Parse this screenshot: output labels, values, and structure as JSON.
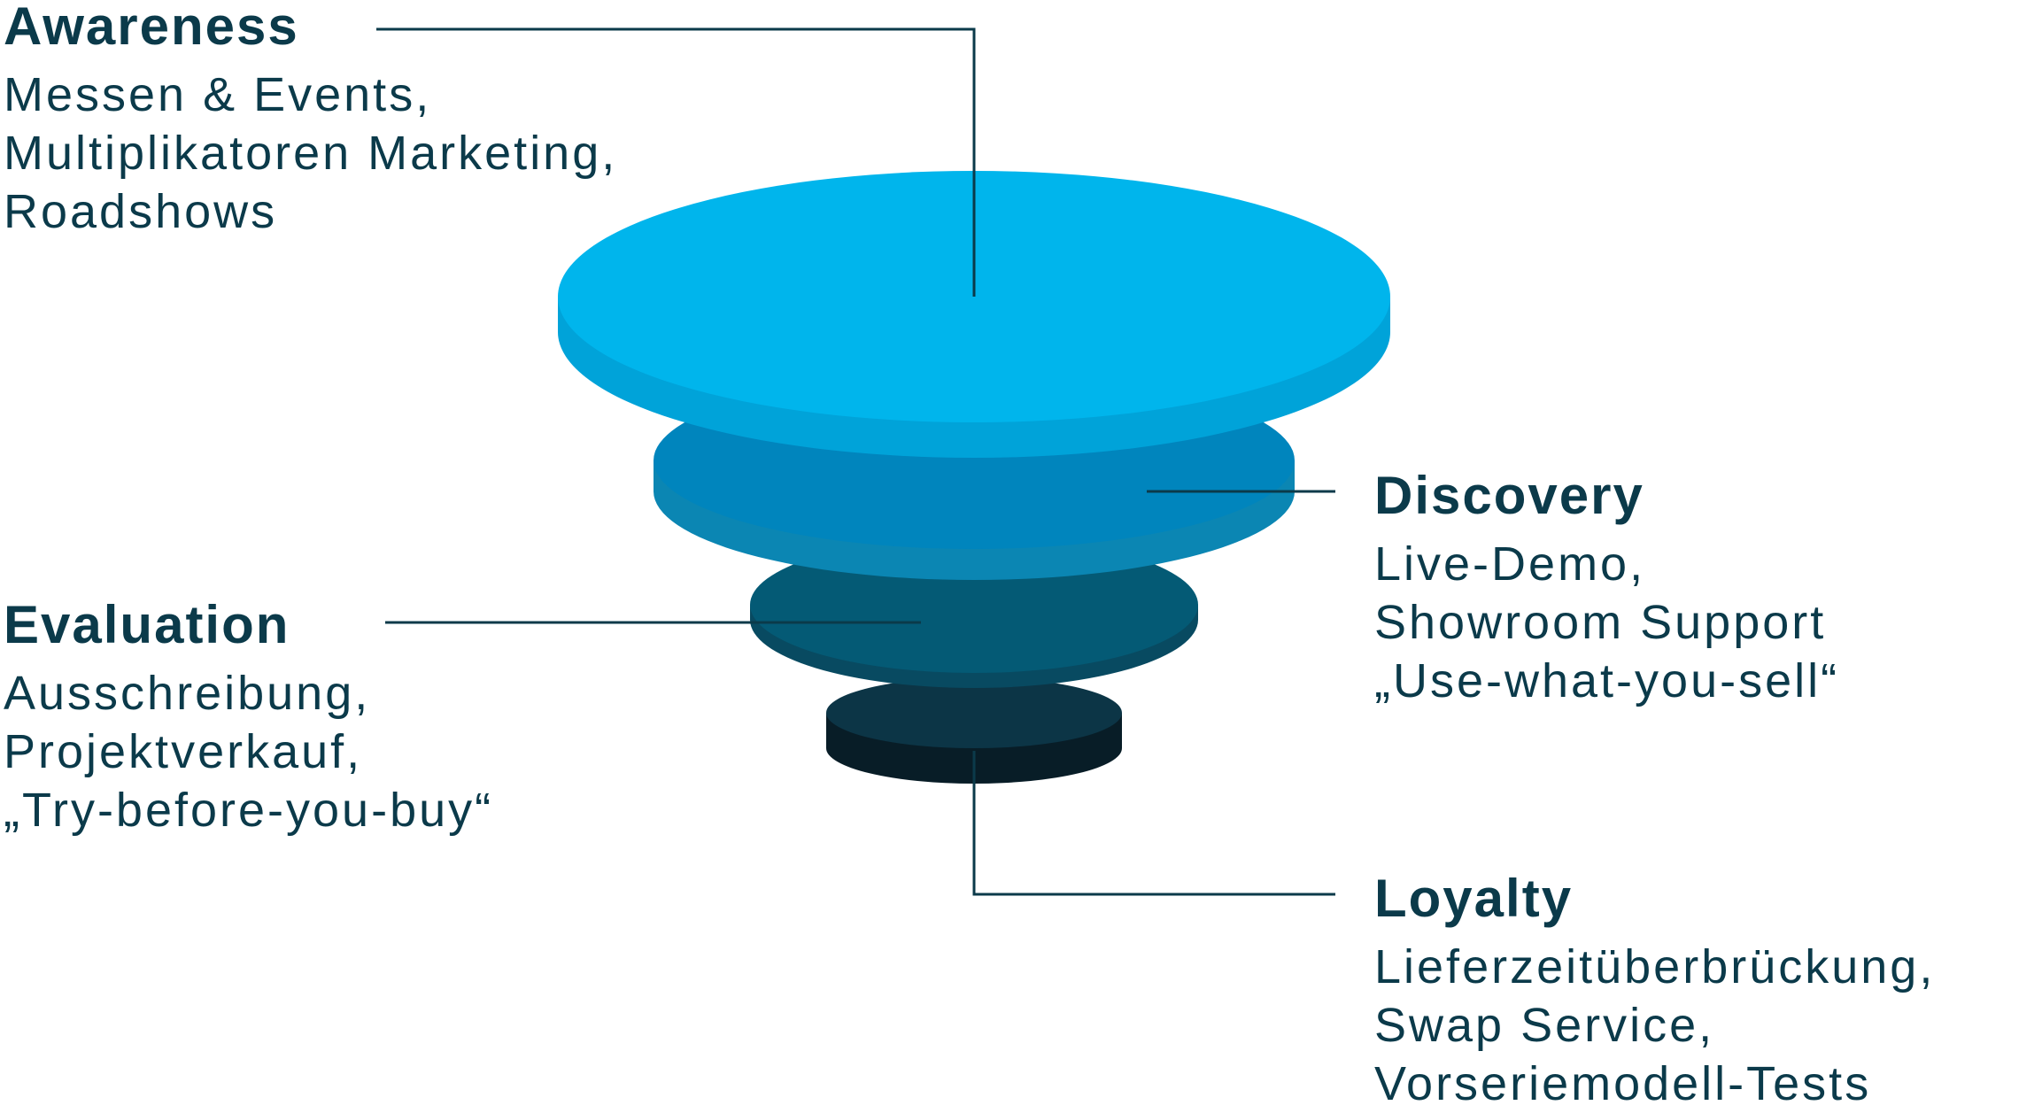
{
  "colors": {
    "text": "#0b3a4a",
    "connector": "#0b3a4a",
    "tier1_top": "#00b5ec",
    "tier1_side": "#00a3d9",
    "tier2_top": "#0085bd",
    "tier2_side": "#0b86b3",
    "tier3_top": "#045a75",
    "tier3_side": "#084a61",
    "tier4_top": "#0c3546",
    "tier4_side": "#081d27"
  },
  "stages": [
    {
      "title": "Awareness",
      "lines": [
        "Messen & Events,",
        "Multiplikatoren Marketing,",
        "Roadshows"
      ]
    },
    {
      "title": "Discovery",
      "lines": [
        "Live-Demo,",
        "Showroom Support",
        "„Use-what-you-sell“"
      ]
    },
    {
      "title": "Evaluation",
      "lines": [
        "Ausschreibung,",
        "Projektverkauf,",
        "„Try-before-you-buy“"
      ]
    },
    {
      "title": "Loyalty",
      "lines": [
        "Lieferzeitüberbrückung,",
        "Swap Service,",
        "Vorseriemodell-Tests"
      ]
    }
  ]
}
